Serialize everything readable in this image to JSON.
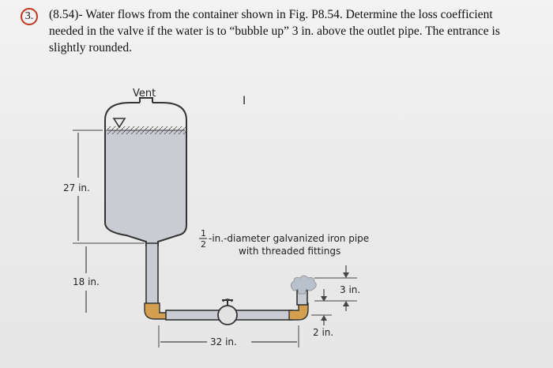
{
  "problem": {
    "number": "3.",
    "text": "(8.54)- Water flows from the container shown in Fig. P8.54. Determine the loss coefficient needed in the valve if the water is to “bubble up” 3 in. above the outlet pipe. The entrance is slightly rounded."
  },
  "figure": {
    "labels": {
      "vent": "Vent",
      "cursor": "I",
      "height_tank": "27 in.",
      "height_base": "18 in.",
      "pipe_frac_num": "1",
      "pipe_frac_den": "2",
      "pipe_desc_line1": "-in.-diameter galvanized iron pipe",
      "pipe_desc_line2": "with threaded fittings",
      "bubble_height": "3 in.",
      "outlet_height": "2 in.",
      "horizontal_length": "32 in."
    },
    "colors": {
      "water": "#c9cdd3",
      "fitting": "#d4a050",
      "circle": "#c2371f"
    }
  }
}
